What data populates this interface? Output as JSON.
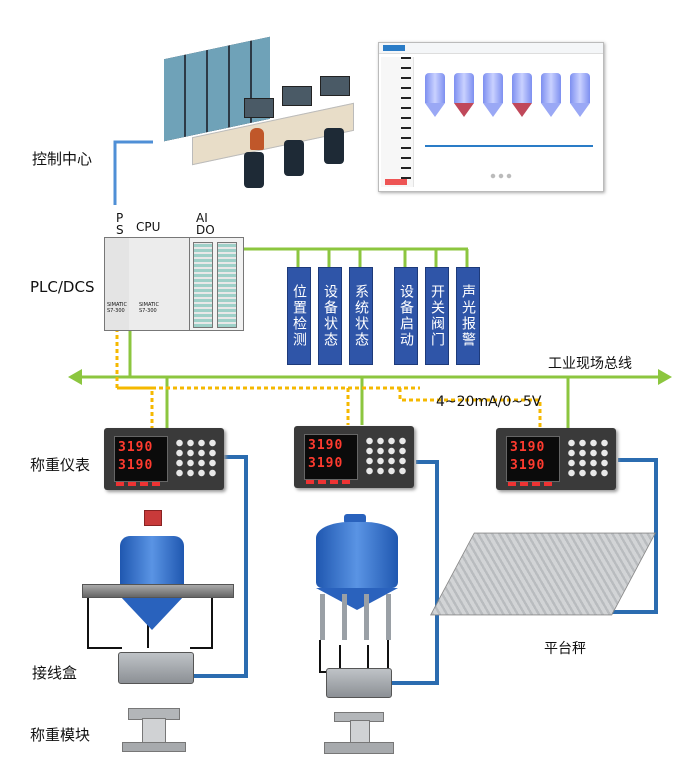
{
  "labels": {
    "control_center": "控制中心",
    "plc_dcs": "PLC/DCS",
    "weighing_instrument": "称重仪表",
    "junction_box": "接线盒",
    "weighing_module": "称重模块",
    "fieldbus": "工业现场总线",
    "analog_signal": "4~20mA/0~5V",
    "platform_scale": "平台秤"
  },
  "plc_modules": {
    "ps": "P\nS",
    "cpu": "CPU",
    "ai_do": "AI\nDO",
    "model_1": "SIMATIC\nS7-300",
    "model_2": "SIMATIC\nS7-300"
  },
  "functions": [
    {
      "label": "位置检测"
    },
    {
      "label": "设备状态"
    },
    {
      "label": "系统状态"
    },
    {
      "label": "设备启动"
    },
    {
      "label": "开关阀门"
    },
    {
      "label": "声光报警"
    }
  ],
  "instruments": [
    {
      "upper": "3190",
      "lower": "3190"
    },
    {
      "upper": "3190",
      "lower": "3190"
    },
    {
      "upper": "3190",
      "lower": "3190"
    }
  ],
  "colors": {
    "fieldbus": "#8cc63f",
    "signal": "#f5b800",
    "cable": "#2b6cb0",
    "function_box": "#2f55a8"
  }
}
